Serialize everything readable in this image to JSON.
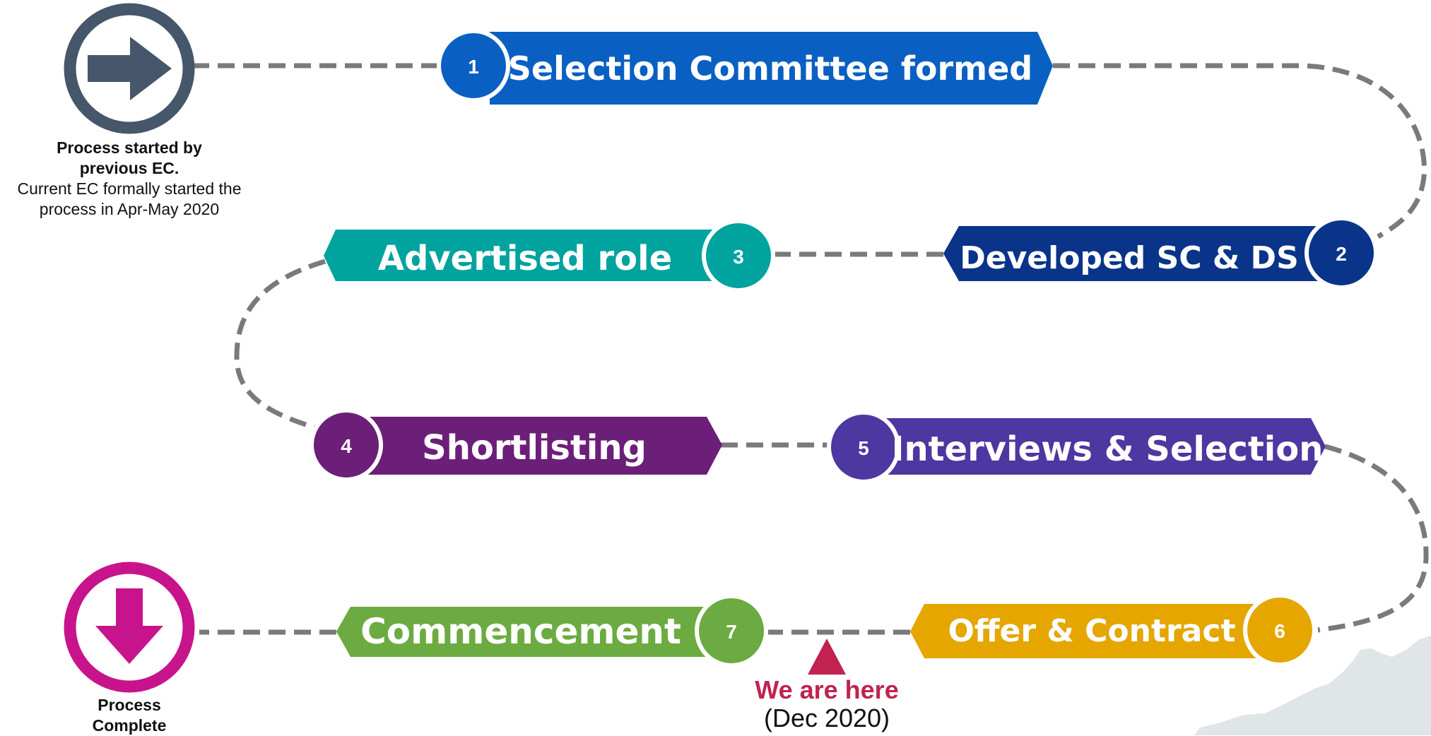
{
  "start": {
    "icon": "arrow-right-icon",
    "color": "#46566b",
    "note_bold": "Process started by previous EC.",
    "note_text": "Current EC formally started the process in Apr-May 2020"
  },
  "end": {
    "icon": "arrow-down-icon",
    "color": "#c8148c",
    "note_bold": "Process Complete"
  },
  "steps": [
    {
      "number": "1",
      "label": "Selection Committee formed",
      "color": "#0a60c2"
    },
    {
      "number": "2",
      "label": "Developed SC & DS",
      "color": "#0a3489"
    },
    {
      "number": "3",
      "label": "Advertised role",
      "color": "#00a39e"
    },
    {
      "number": "4",
      "label": "Shortlisting",
      "color": "#6c1f78"
    },
    {
      "number": "5",
      "label": "Interviews & Selection",
      "color": "#4d37a0"
    },
    {
      "number": "6",
      "label": "Offer & Contract",
      "color": "#e5a600"
    },
    {
      "number": "7",
      "label": "Commencement",
      "color": "#6cab41"
    }
  ],
  "marker": {
    "label": "We are here",
    "date": "(Dec 2020)",
    "color": "#c0234f"
  },
  "path_color": "#7a7a7a"
}
